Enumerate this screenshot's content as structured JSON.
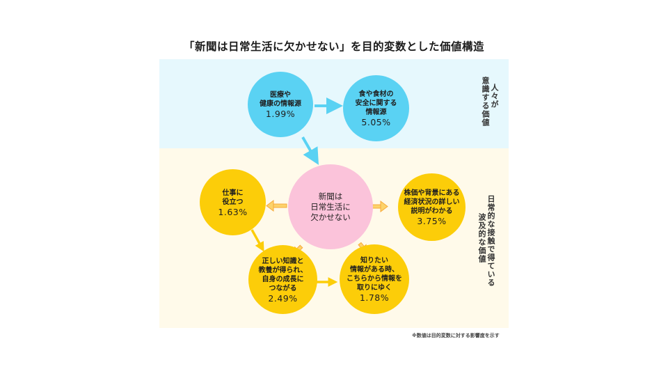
{
  "title": "「新聞は日常生活に欠かせない」を目的変数とした価値構造",
  "bands": {
    "top": {
      "label_line1": "人々が",
      "label_line2": "意識する価値",
      "color": "#e6f8fd"
    },
    "bottom": {
      "label_line1": "日常的な接触で得ている",
      "label_line2": "波及的な価値",
      "color": "#fffaea"
    }
  },
  "nodes": {
    "health": {
      "lines": [
        "医療や",
        "健康の情報源"
      ],
      "value": "1.99%",
      "color": "#5ad2f3"
    },
    "food": {
      "lines": [
        "食や食材の",
        "安全に関する",
        "情報源"
      ],
      "value": "5.05%",
      "color": "#5ad2f3"
    },
    "center": {
      "lines": [
        "新聞は",
        "日常生活に",
        "欠かせない"
      ],
      "color": "#fbc3da"
    },
    "work": {
      "lines": [
        "仕事に",
        "役立つ"
      ],
      "value": "1.63%",
      "color": "#fccd09"
    },
    "stock": {
      "lines": [
        "株価や背景にある",
        "経済状況の詳しい",
        "説明がわかる"
      ],
      "value": "3.75%",
      "color": "#fccd09"
    },
    "knowledge": {
      "lines": [
        "正しい知識と",
        "教養が得られ、",
        "自身の成長に",
        "つながる"
      ],
      "value": "2.49%",
      "color": "#fccd09"
    },
    "seek": {
      "lines": [
        "知りたい",
        "情報がある時、",
        "こちらから情報を",
        "取りにゆく"
      ],
      "value": "1.78%",
      "color": "#fccd09"
    }
  },
  "edges": [
    {
      "from": "health",
      "to": "food",
      "color": "#5ad2f3"
    },
    {
      "from": "health",
      "to": "center",
      "color": "#5ad2f3"
    },
    {
      "from": "center",
      "to": "work",
      "color": "#fbb03b"
    },
    {
      "from": "center",
      "to": "stock",
      "color": "#fbb03b"
    },
    {
      "from": "center",
      "to": "knowledge",
      "color": "#fbb03b"
    },
    {
      "from": "center",
      "to": "seek",
      "color": "#fbb03b"
    },
    {
      "from": "work",
      "to": "knowledge",
      "color": "#fccd09"
    },
    {
      "from": "knowledge",
      "to": "seek",
      "color": "#fccd09"
    }
  ],
  "footnote": "※数値は目的変数に対する影響度を示す"
}
